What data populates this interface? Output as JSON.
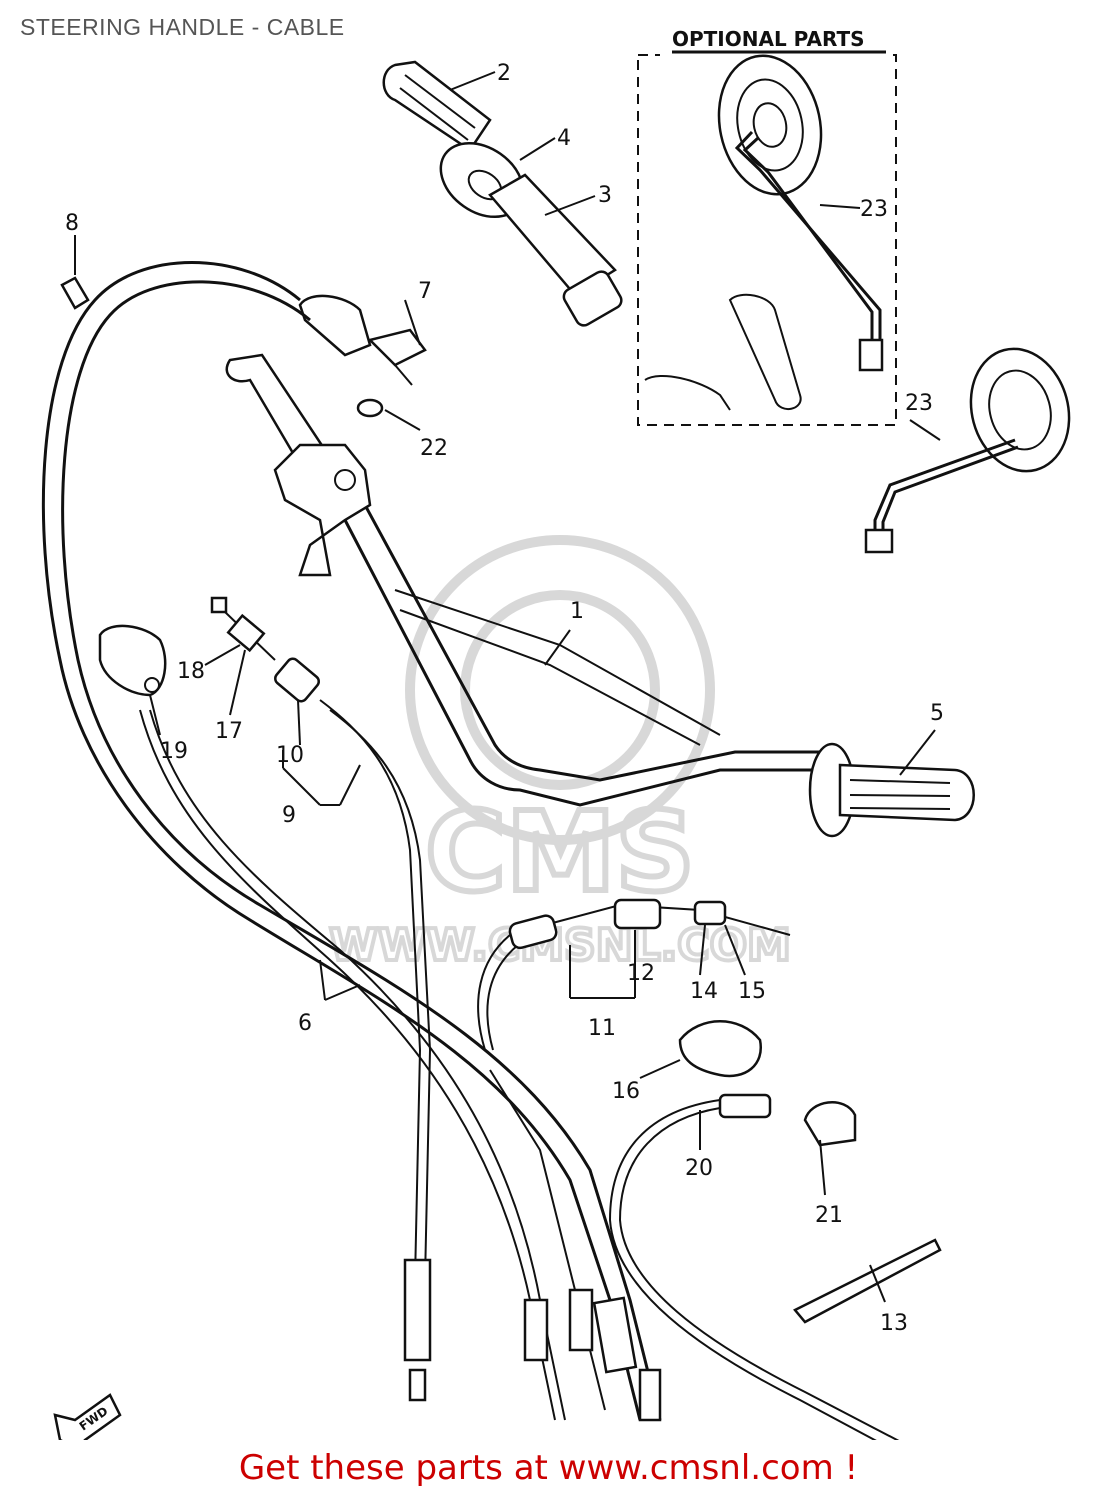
{
  "header": {
    "title": "STEERING HANDLE - CABLE"
  },
  "footer": {
    "text": "Get these parts at www.cmsnl.com !",
    "color": "#cc0000"
  },
  "optional_parts": {
    "label": "OPTIONAL  PARTS"
  },
  "watermark": {
    "brand": "CMS",
    "url": "WWW.CMSNL.COM"
  },
  "fwd_marker": {
    "label": "FWD"
  },
  "callouts": [
    {
      "id": "c1",
      "text": "1"
    },
    {
      "id": "c2",
      "text": "2"
    },
    {
      "id": "c3",
      "text": "3"
    },
    {
      "id": "c4",
      "text": "4"
    },
    {
      "id": "c5",
      "text": "5"
    },
    {
      "id": "c6",
      "text": "6"
    },
    {
      "id": "c7",
      "text": "7"
    },
    {
      "id": "c8",
      "text": "8"
    },
    {
      "id": "c9",
      "text": "9"
    },
    {
      "id": "c10",
      "text": "10"
    },
    {
      "id": "c11",
      "text": "11"
    },
    {
      "id": "c12",
      "text": "12"
    },
    {
      "id": "c13",
      "text": "13"
    },
    {
      "id": "c14",
      "text": "14"
    },
    {
      "id": "c15",
      "text": "15"
    },
    {
      "id": "c16",
      "text": "16"
    },
    {
      "id": "c17",
      "text": "17"
    },
    {
      "id": "c18",
      "text": "18"
    },
    {
      "id": "c19",
      "text": "19"
    },
    {
      "id": "c20",
      "text": "20"
    },
    {
      "id": "c21",
      "text": "21"
    },
    {
      "id": "c22",
      "text": "22"
    },
    {
      "id": "c23a",
      "text": "23"
    },
    {
      "id": "c23b",
      "text": "23"
    }
  ]
}
